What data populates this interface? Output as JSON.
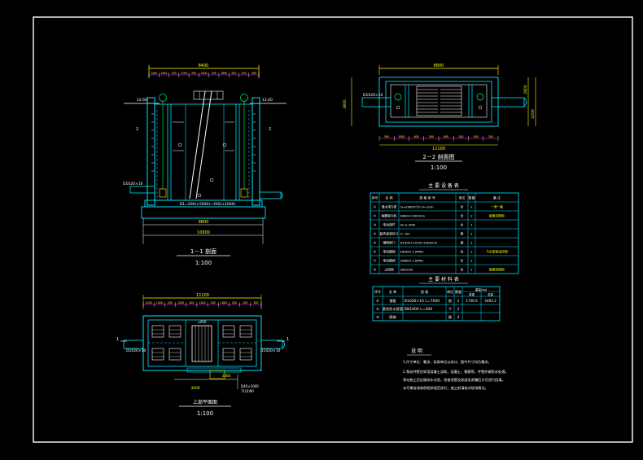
{
  "colors": {
    "background": "#000000",
    "frame": "#ffffff",
    "structure": "#00e5ff",
    "dimension": "#ffff00",
    "dimension_alt": "#ff33ff",
    "text": "#ffffff",
    "pipe": "#00e5ff",
    "green": "#00ff66"
  },
  "section_1_1": {
    "dim_total_top": "8400",
    "dim_segments_top": [
      "1400",
      "1400",
      "200",
      "1200",
      "200",
      "1200",
      "200",
      "1800",
      "200",
      "200",
      "300"
    ],
    "level_left": "12.60",
    "level_right": "12.60",
    "mark_left": "2",
    "mark_right": "2",
    "pipe_left_label": "D1020×10",
    "bottom_note": "D1=200(±5000)~300(±1000)",
    "dim_bottom_inner": "9800",
    "dim_bottom_total": "10000",
    "title": "1－1 剖面",
    "scale": "1:100"
  },
  "section_2_2": {
    "dim_total_top": "6800",
    "dim_left": "3800",
    "dim_right_a": "2800",
    "dim_right_b": "2200",
    "pipe_left_label": "D1020×10",
    "dim_bottom_segments": [
      "500",
      "1000",
      "600",
      "500",
      "600",
      "200",
      "500",
      "200"
    ],
    "dim_bottom_total": "11100",
    "title": "2－2 剖面图",
    "scale": "1:100"
  },
  "plan_view": {
    "dim_total_top": "11100",
    "dim_segments_top": [
      "1400",
      "1400",
      "200",
      "1200",
      "200",
      "1200",
      "200",
      "1800",
      "200",
      "200",
      "300"
    ],
    "pipe_left_label": "D1020×10",
    "pipe_right_label": "D1020×10",
    "mark_left": "1",
    "mark_right": "1",
    "inner_label": "±000",
    "dim_bottom_left": "3600",
    "dim_bottom_right": "2200",
    "small_note_a": "D40×2000",
    "small_note_b": "71(0)90",
    "title": "上部平面图",
    "scale": "1:100"
  },
  "equipment_table": {
    "title": "主 要 设 备 表",
    "headers": [
      "序号",
      "名 称",
      "规 格 型 号",
      "单位",
      "数量",
      "备 注"
    ],
    "rows": [
      [
        "①",
        "潜水排污泵",
        "Q=2900m³/h H=10m",
        "台",
        "2",
        "一用一备"
      ],
      [
        "②",
        "格栅除污机",
        "B800×1000mm",
        "台",
        "2",
        "配套控制柜"
      ],
      [
        "③",
        "电动葫芦",
        "N=2.2kW",
        "台",
        "1",
        ""
      ],
      [
        "④",
        "超声波液位计",
        "0~5m",
        "套",
        "1",
        ""
      ],
      [
        "⑤",
        "钢制闸门",
        "B1400×1000×1000mm",
        "扇",
        "1",
        ""
      ],
      [
        "⑥",
        "电动蝶阀",
        "DN450 1.0MPa",
        "台",
        "2",
        "与水泵联动控制"
      ],
      [
        "⑦",
        "电动蝶阀",
        "DN800 1.0MPa",
        "台",
        "1",
        ""
      ],
      [
        "⑧",
        "止回阀",
        "DN1000",
        "台",
        "1",
        "配套控制柜"
      ]
    ]
  },
  "materials_table": {
    "title": "主 要 材 料 表",
    "headers": [
      "序号",
      "名 称",
      "规 格",
      "单位",
      "数量",
      "重量(kg)"
    ],
    "weight_sub": [
      "单重",
      "总重"
    ],
    "rows": [
      [
        "①",
        "钢管",
        "D1020×10 L=7000",
        "根",
        "2",
        "1746.6",
        "3493.2"
      ],
      [
        "②",
        "柔性防水套管",
        "DN1000 L=400",
        "个",
        "2",
        "",
        ""
      ],
      [
        "③",
        "爬梯",
        "",
        "副",
        "4",
        "",
        ""
      ]
    ]
  },
  "notes": {
    "title": "说 明",
    "lines": [
      "1.尺寸单位：毫米，标高单位以米计，图中尺寸均为毫米。",
      "2.泵站井壁应采用混凝土浇筑，混凝土、钢筋等。井壁外做防水处理。",
      "  泵站施工后应做闭水试验，检查池壁及底部无渗漏后方可进行回填。",
      "  未尽事宜请参照相关规范执行，施工前请核对现场情况。"
    ]
  }
}
